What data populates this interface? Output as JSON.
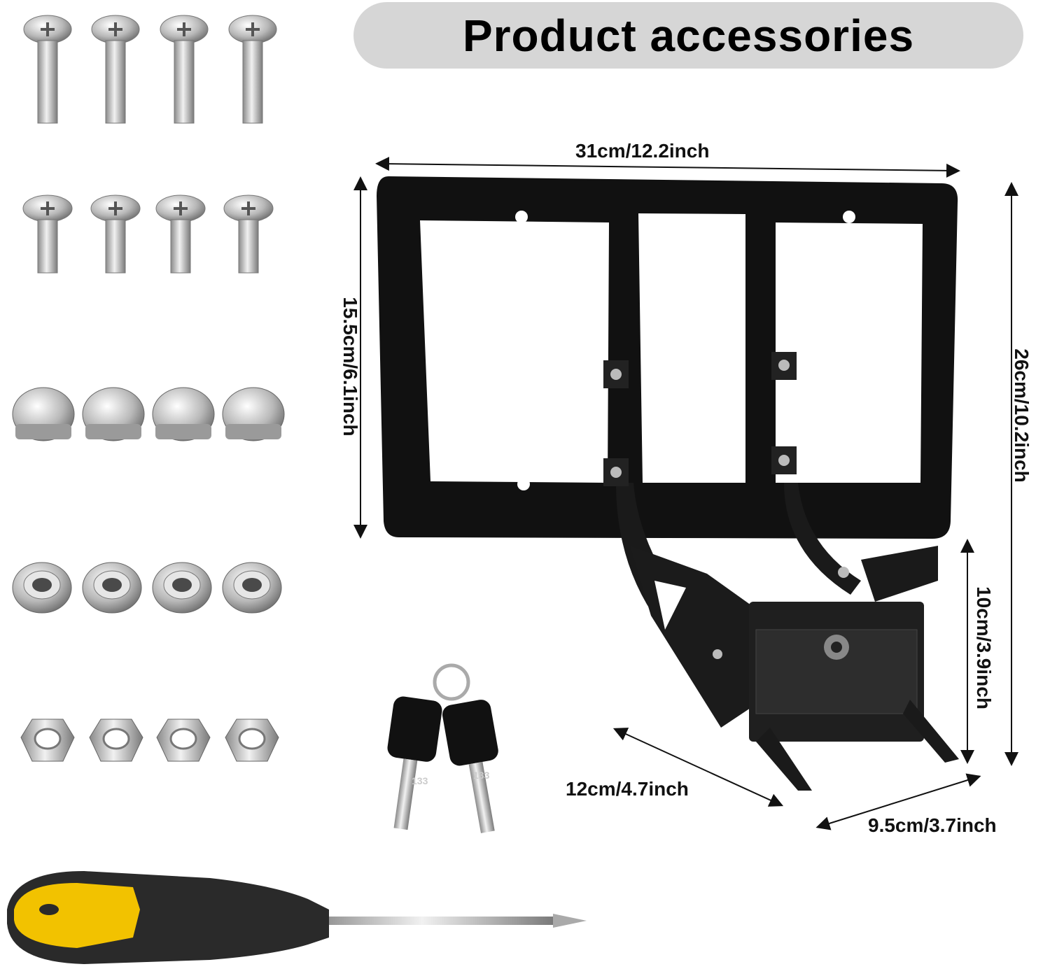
{
  "title": "Product accessories",
  "dimensions": {
    "width": "31cm/12.2inch",
    "frame_height": "15.5cm/6.1inch",
    "total_height": "26cm/10.2inch",
    "bracket_height": "10cm/3.9inch",
    "depth": "12cm/4.7inch",
    "base_width": "9.5cm/3.7inch"
  },
  "key_labels": [
    "133",
    "133"
  ],
  "colors": {
    "pill": "#d6d6d6",
    "frame": "#111111",
    "metal": "#c9c9c9",
    "handle_yellow": "#f2c200",
    "handle_black": "#2a2a2a"
  },
  "accessories": [
    {
      "name": "long-screw",
      "count": 4
    },
    {
      "name": "short-screw",
      "count": 4
    },
    {
      "name": "screw-cap",
      "count": 4
    },
    {
      "name": "washer",
      "count": 4
    },
    {
      "name": "hex-nut",
      "count": 4
    }
  ]
}
